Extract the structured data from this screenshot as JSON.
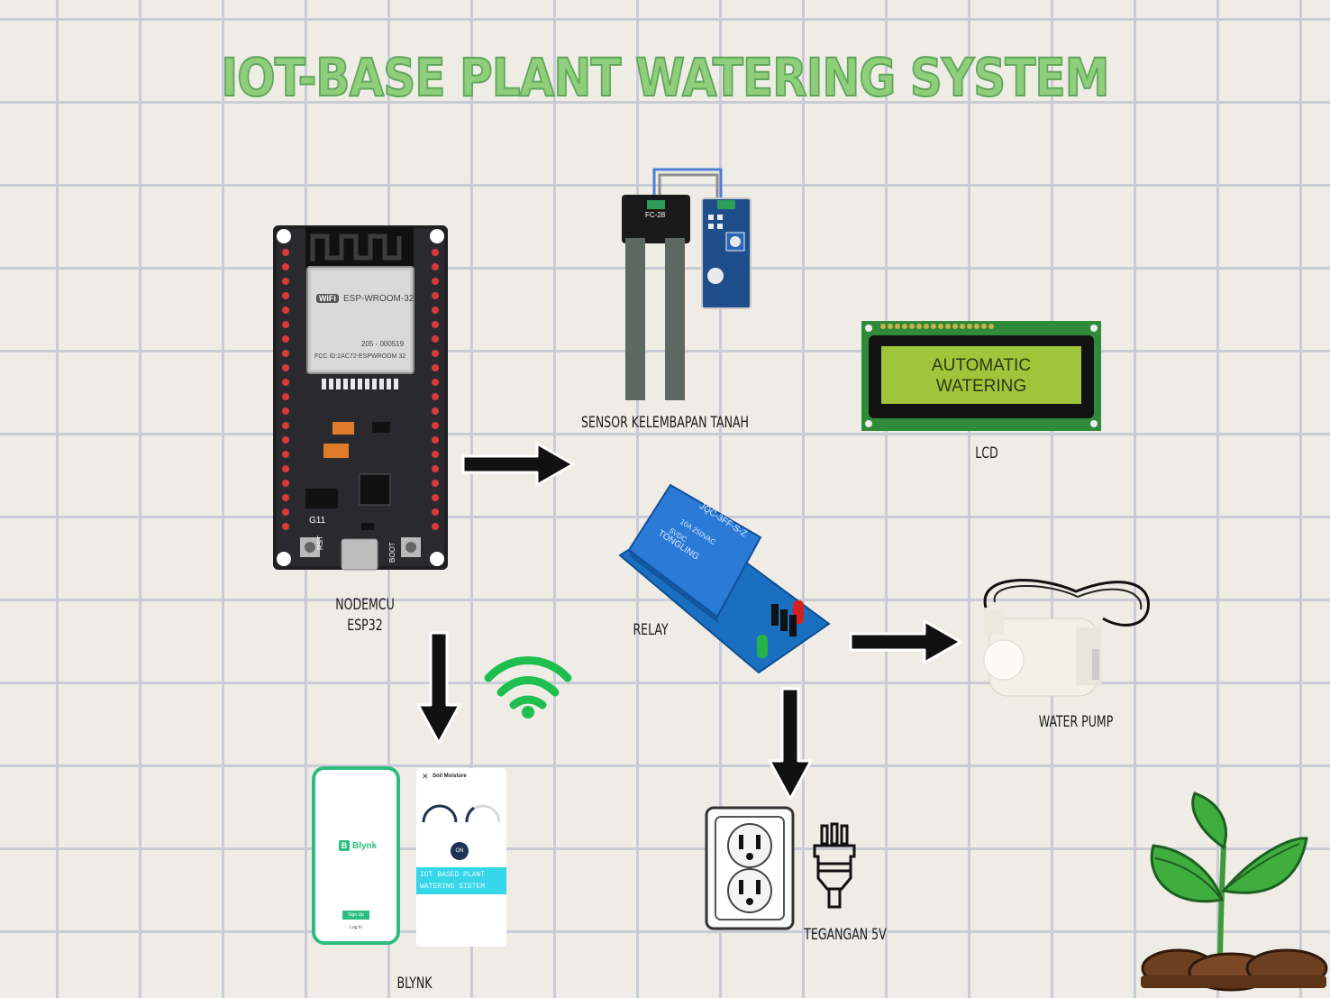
{
  "title": "IOT-BASE PLANT WATERING SYSTEM",
  "components": {
    "esp32": {
      "label_line1": "NODEMCU",
      "label_line2": "ESP32",
      "chip_text": "ESP-WROOM-32",
      "wifi_text": "WiFi",
      "pin_rst": "RST",
      "pin_boot": "BOOT",
      "g11": "G11",
      "cert_id": "205 - 000519",
      "fcc_text": "FCC ID:2AC72-ESPWROOM 32"
    },
    "soil_sensor": {
      "label": "SENSOR KELEMBAPAN TANAH",
      "model": "FC-28"
    },
    "lcd": {
      "label": "LCD",
      "line1": "AUTOMATIC",
      "line2": "WATERING"
    },
    "relay": {
      "label": "RELAY",
      "brand": "TONGLING",
      "model": "JQC-3FF-S-Z",
      "rating1": "10A 250VAC",
      "rating2": "5VDC"
    },
    "pump": {
      "label": "WATER PUMP"
    },
    "power": {
      "label": "TEGANGAN 5V"
    },
    "blynk": {
      "label": "BLYNK",
      "brand": "Blynk",
      "signup": "Sign Up",
      "login": "Log In",
      "screen_title": "Soil Moisture",
      "pump_btn": "ON",
      "display_text": "IOT BASED PLANT WATERING SISTEM"
    }
  },
  "colors": {
    "title_fill": "#8fcf7c",
    "wifi": "#1fbf4f",
    "blynk_green": "#2dbd7e",
    "pcb_blue": "#1e4f8c",
    "lcd_green": "#9fc53a",
    "relay_blue": "#2169c6"
  }
}
